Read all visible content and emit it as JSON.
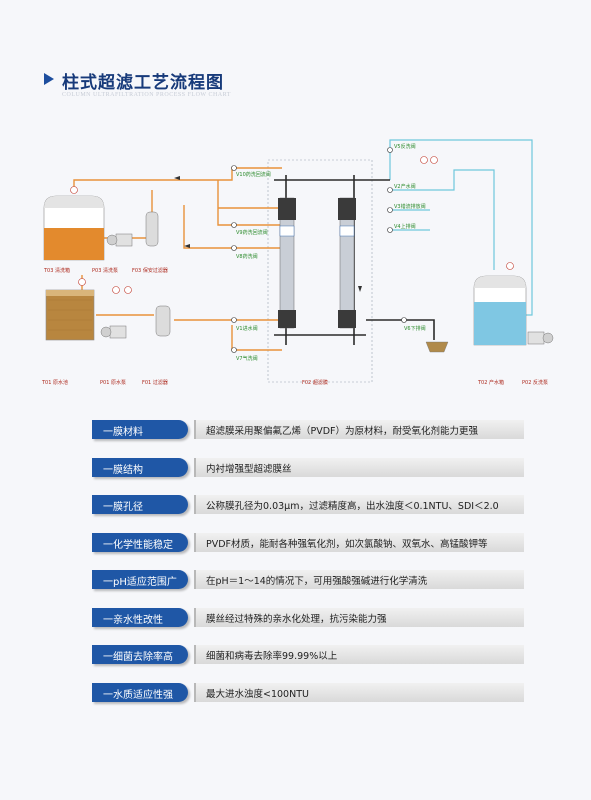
{
  "header": {
    "title": "柱式超滤工艺流程图",
    "subtitle": "COLUMN ULTRAFILTRATION PROCESS FLOW CHART"
  },
  "diagram": {
    "equipment_labels": {
      "t03": "T03 清洗箱",
      "p03": "P03 清洗泵",
      "f03": "F03 保安过滤器",
      "t01": "T01 原水池",
      "p01": "P01 原水泵",
      "f01": "F01 过滤器",
      "f02": "F02 超滤膜",
      "t02": "T02 产水箱",
      "p02": "P02 反洗泵"
    },
    "valve_labels": {
      "v10": "V10药洗回流阀",
      "v9": "V9药洗回流阀",
      "v8": "V8药洗阀",
      "v1": "V1进水阀",
      "v7": "V7气洗阀",
      "v5": "V5反洗阀",
      "v2": "V2产水阀",
      "v3": "V3错流排放阀",
      "v4": "V4上排阀",
      "v6": "V6下排阀"
    }
  },
  "features": [
    {
      "label": "一膜材料",
      "desc": "超滤膜采用聚偏氟乙烯（PVDF）为原材料，耐受氧化剂能力更强"
    },
    {
      "label": "一膜结构",
      "desc": "内衬增强型超滤膜丝"
    },
    {
      "label": "一膜孔径",
      "desc": "公称膜孔径为0.03μm，过滤精度高，出水浊度＜0.1NTU、SDI＜2.0"
    },
    {
      "label": "一化学性能稳定",
      "desc": "PVDF材质，能耐各种强氧化剂，如次氯酸钠、双氧水、高锰酸钾等"
    },
    {
      "label": "一pH适应范围广",
      "desc": "在pH＝1～14的情况下，可用强酸强碱进行化学清洗"
    },
    {
      "label": "一亲水性改性",
      "desc": "膜丝经过特殊的亲水化处理，抗污染能力强"
    },
    {
      "label": "一细菌去除率高",
      "desc": "细菌和病毒去除率99.99%以上"
    },
    {
      "label": "一水质适应性强",
      "desc": "最大进水浊度<100NTU"
    }
  ],
  "colors": {
    "pill": "#1f57a6",
    "title": "#173a7a",
    "pipe_orange": "#e8923a",
    "pipe_cyan": "#6fc8dc",
    "pipe_dark": "#2b2b2b",
    "valve_green": "#2a8a2a",
    "label_red": "#ad2a1e"
  }
}
